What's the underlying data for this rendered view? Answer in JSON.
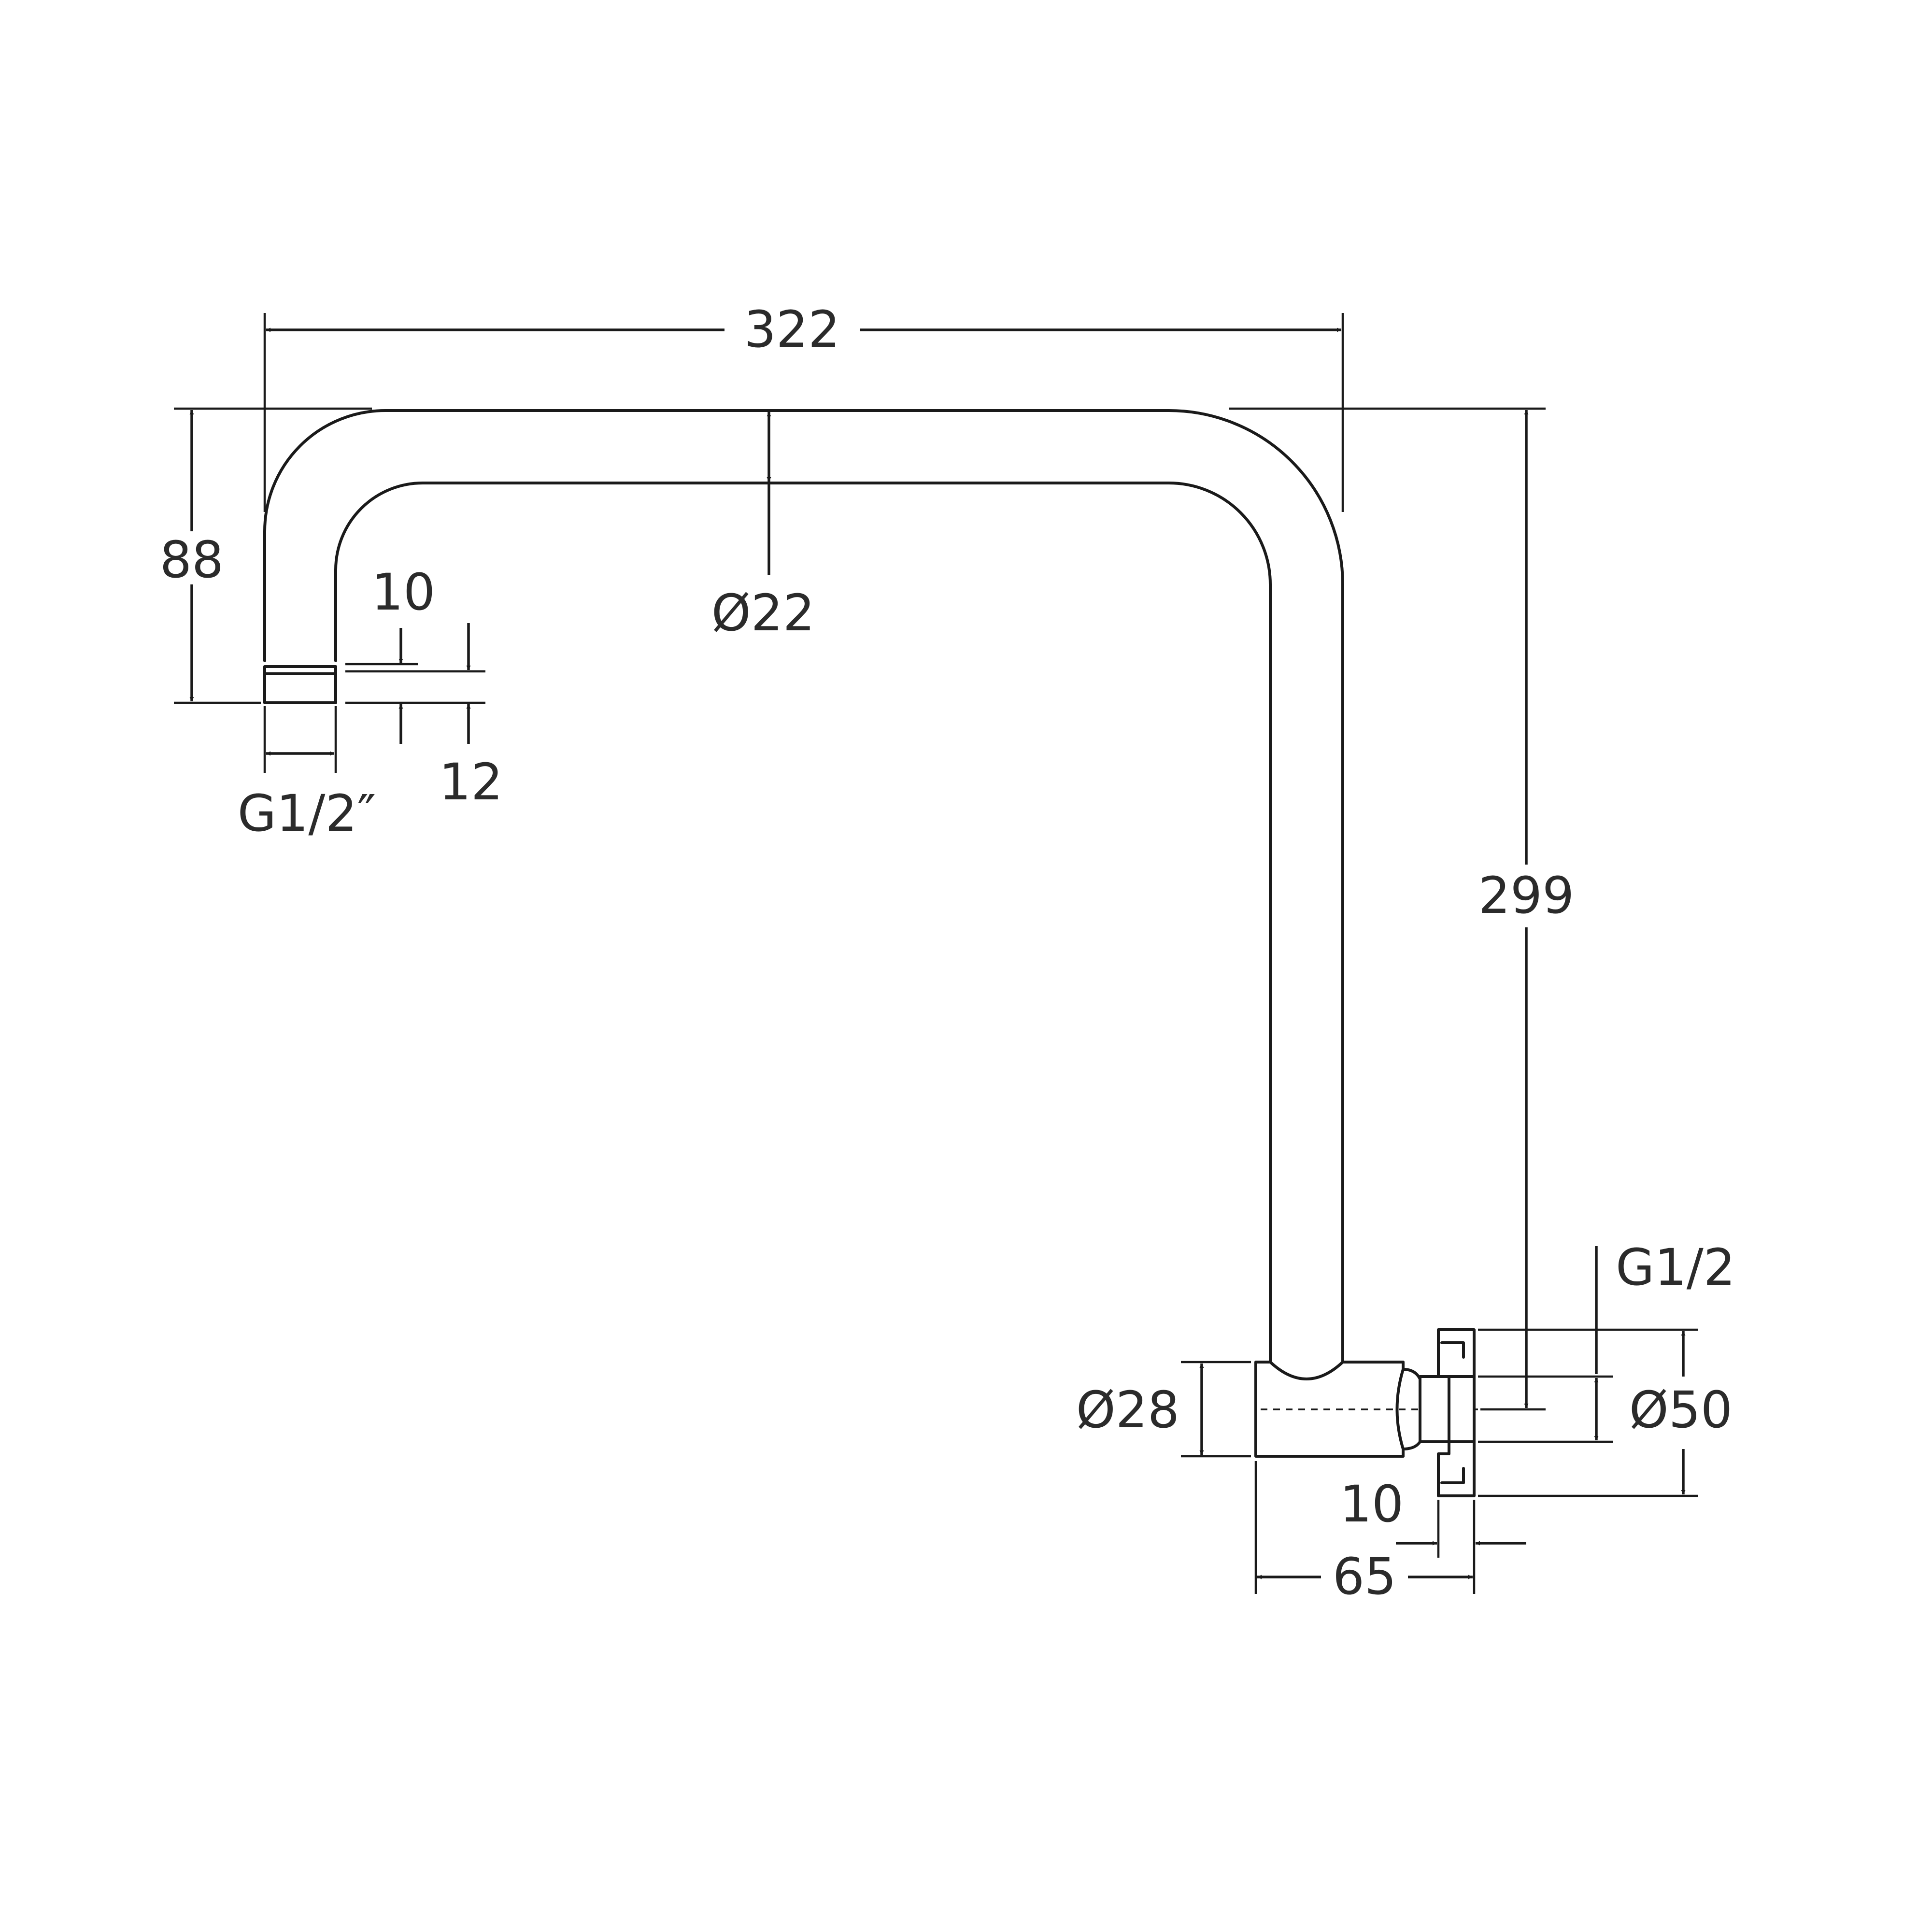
{
  "dimensions": {
    "overall_width": "322",
    "overall_height": "299",
    "top_height": "88",
    "tube_diameter": "Ø22",
    "outlet_thread": "G1/2″",
    "outlet_thread_length_upper": "10",
    "outlet_thread_length_lower": "12",
    "inlet_thread": "G1/2",
    "base_diameter": "Ø28",
    "flange_diameter": "Ø50",
    "flange_thickness": "10",
    "base_depth": "65"
  },
  "colors": {
    "line": "#1a1a1a",
    "text": "#2b2b2b",
    "background": "#ffffff"
  }
}
